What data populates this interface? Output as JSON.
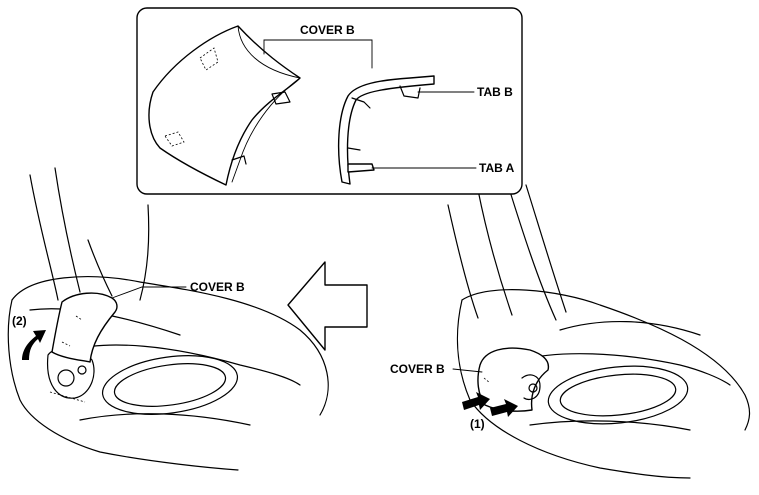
{
  "labels": {
    "inset_cover": "COVER B",
    "tab_b": "TAB B",
    "tab_a": "TAB A",
    "left_cover": "COVER B",
    "right_cover": "COVER B",
    "step_2": "(2)",
    "step_1": "(1)"
  },
  "icons": {
    "direction_arrow": "left-arrow-icon",
    "left_motion_arrow": "curved-arrow-up-icon",
    "right_motion_arrow": "push-arrows-icon"
  },
  "colors": {
    "line": "#000000",
    "background": "#ffffff"
  }
}
